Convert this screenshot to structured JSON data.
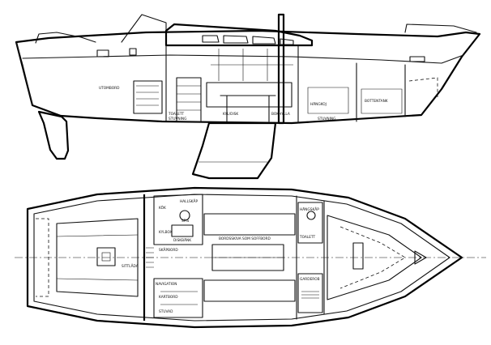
{
  "labels": {
    "profile": {
      "toilet": "TOALETT",
      "stuvning": "STUVNING",
      "kyl": "KYL/DISK",
      "bokhylla": "BOKHYLLA",
      "hangkoj": "HÄNGKOJ",
      "bottentank": "BOTTENTANK",
      "skans_stuv": "STUVNING",
      "utombord": "UTOMBORD"
    },
    "plan": {
      "hallskap": "HALLSKÅP",
      "kok": "KÖK",
      "diskbank": "DISKBÄNK",
      "spis": "SPIS",
      "kylbox": "KYLBOX",
      "navigation": "NAVIGATION",
      "garderob": "GARDEROB",
      "skolvbord": "SKÅPBORD",
      "hangskap": "HÄNGSKÅP",
      "bordsskiva": "BORDSSKIVA SOM SOFFBORD",
      "toalett": "TOALETT",
      "kartbord": "KARTBORD",
      "stuvad": "STUVAD",
      "sittlada": "SITTLÅDA"
    }
  }
}
